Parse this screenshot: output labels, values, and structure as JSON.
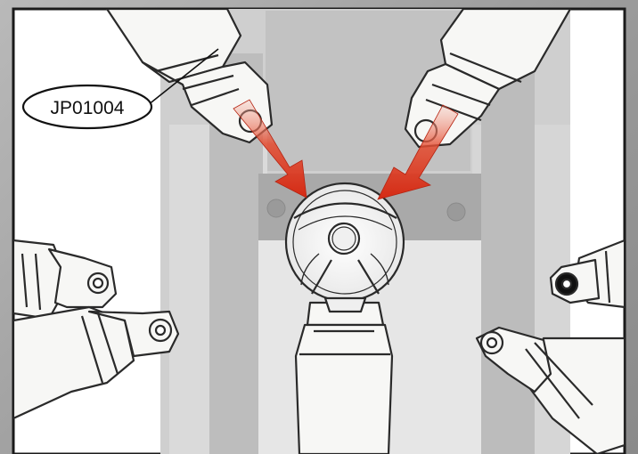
{
  "callout": {
    "part_number": "JP01004"
  },
  "colors": {
    "frame": "#9a9a9a",
    "panel_background": "#ffffff",
    "seat_frame": "#c9c9c9",
    "seat_frame_dark": "#b0b0b0",
    "strap": "#f7f7f5",
    "outline": "#2a2a2a",
    "arrow": "#d8321e"
  },
  "icons": [
    "shoulder-strap-left",
    "shoulder-strap-right",
    "lap-strap-left",
    "lap-strap-right",
    "round-buckle",
    "crotch-strap",
    "insertion-arrow"
  ]
}
